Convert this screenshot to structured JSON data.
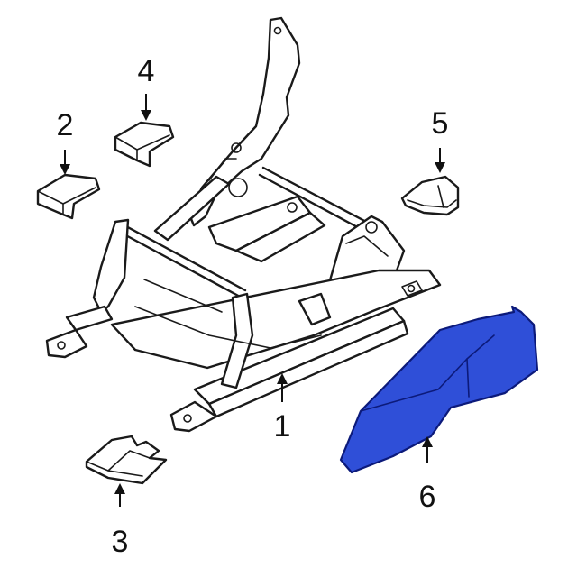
{
  "callouts": [
    {
      "id": "1",
      "label": "1"
    },
    {
      "id": "2",
      "label": "2"
    },
    {
      "id": "3",
      "label": "3"
    },
    {
      "id": "4",
      "label": "4"
    },
    {
      "id": "5",
      "label": "5"
    },
    {
      "id": "6",
      "label": "6"
    }
  ],
  "colors": {
    "highlight_fill": "#2f4fd8",
    "highlight_stroke": "#0c1a7a",
    "line": "#1a1a1a",
    "background": "#ffffff"
  }
}
